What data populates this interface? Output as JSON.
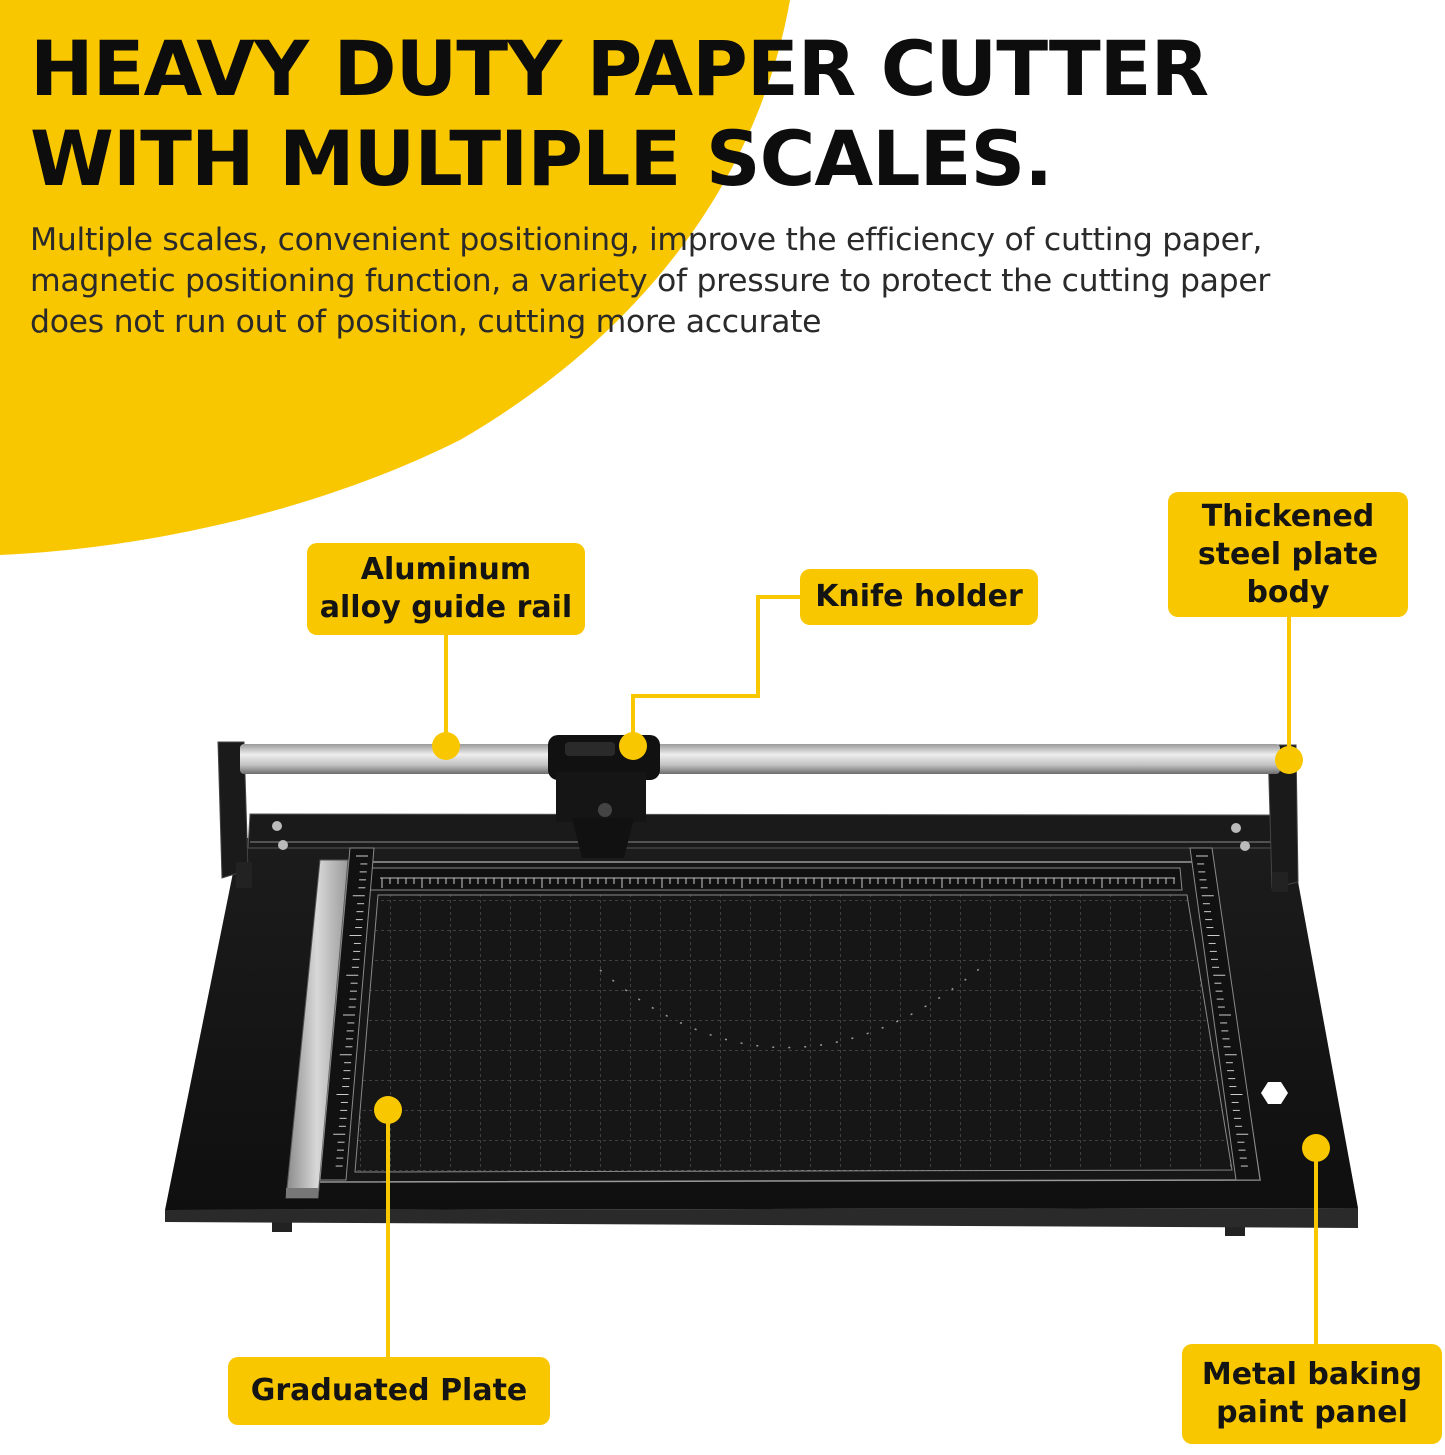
{
  "colors": {
    "accent_yellow": "#f9c700",
    "text_dark": "#0d0d0d",
    "body_text": "#2a2a2a",
    "board_black": "#151515",
    "rail_silver": "#c9c9c9"
  },
  "headline": {
    "line1": "HEAVY DUTY PAPER CUTTER",
    "line2": "WITH MULTIPLE SCALES."
  },
  "description": {
    "line1": "Multiple scales, convenient positioning, improve the efficiency of cutting paper,",
    "line2": "magnetic positioning function, a variety of pressure to protect the cutting paper",
    "line3": "does not run out of position, cutting more accurate"
  },
  "callouts": {
    "guide_rail": {
      "line1": "Aluminum",
      "line2": "alloy guide rail"
    },
    "knife_holder": {
      "line1": "Knife holder"
    },
    "steel_body": {
      "line1": "Thickened",
      "line2": "steel plate",
      "line3": "body"
    },
    "graduated_plate": {
      "line1": "Graduated Plate"
    },
    "baking_panel": {
      "line1": "Metal baking",
      "line2": "paint panel"
    }
  }
}
